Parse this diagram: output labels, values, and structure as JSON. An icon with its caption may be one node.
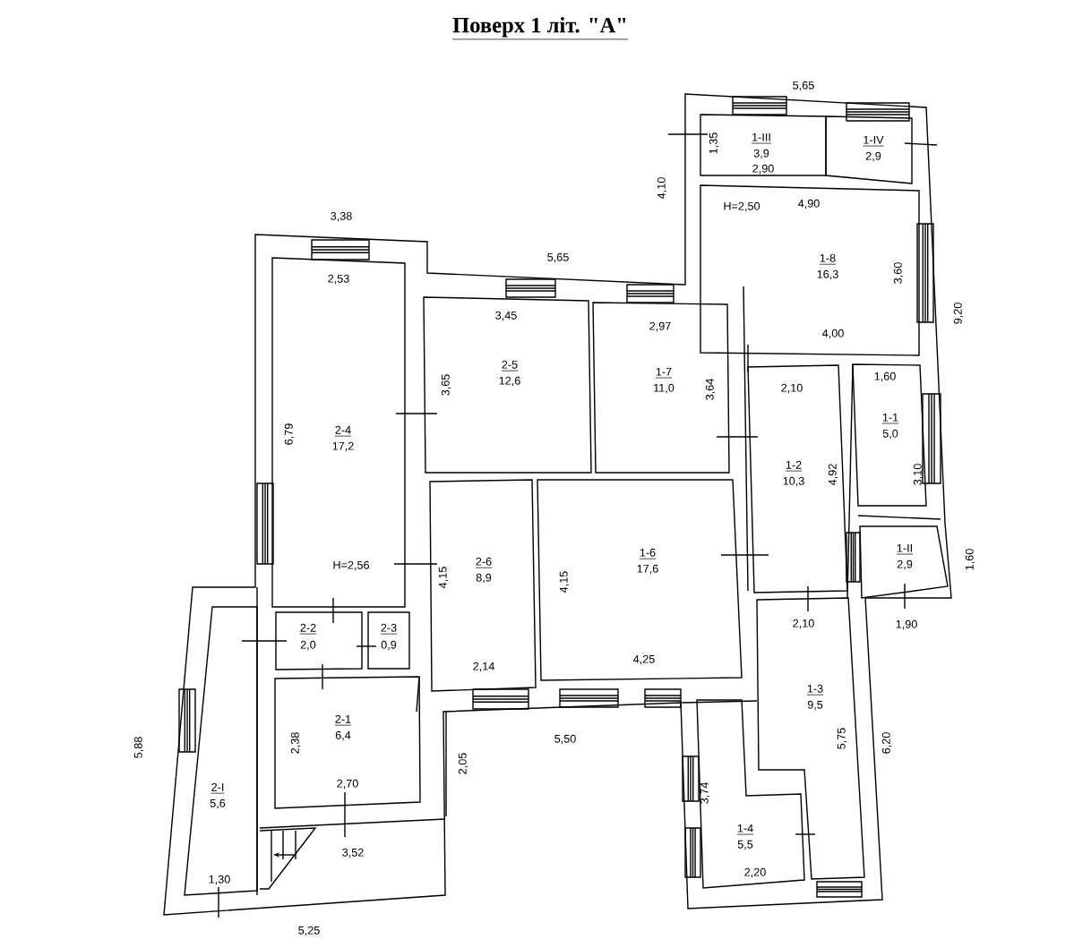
{
  "diagram": {
    "title": "Поверх 1 літ. \"А\"",
    "nodes": [
      {
        "text": [
          "1-III",
          "3,9",
          "1,35",
          "2,90"
        ]
      },
      {
        "text": [
          "1-IV",
          "2,9"
        ]
      },
      {
        "text": [
          "H=2,50",
          "4,90",
          "1-8",
          "16,3",
          "3,60",
          "4,00"
        ]
      },
      {
        "text": [
          "2,53",
          "6,79",
          "2-4",
          "17,2",
          "H=2,56"
        ]
      },
      {
        "text": [
          "3,45",
          "3,65",
          "2-5",
          "12,6"
        ]
      },
      {
        "text": [
          "2,97",
          "1-7",
          "11,0",
          "3,64"
        ]
      },
      {
        "text": [
          "2,10",
          "1-2",
          "10,3",
          "4,92"
        ]
      },
      {
        "text": [
          "1,60",
          "1-1",
          "5,0",
          "3,10"
        ]
      },
      {
        "text": [
          "1-II",
          "2,9"
        ]
      },
      {
        "text": [
          "4,15",
          "2-6",
          "8,9",
          "2,14"
        ]
      },
      {
        "text": [
          "4,15",
          "1-6",
          "17,6",
          "4,25"
        ]
      },
      {
        "text": [
          "2-2",
          "2,0"
        ]
      },
      {
        "text": [
          "2-3",
          "0,9"
        ]
      },
      {
        "text": [
          "2,38",
          "2-1",
          "6,4",
          "2,70"
        ]
      },
      {
        "text": [
          "2-I",
          "5,6",
          "1,30"
        ]
      },
      {
        "text": [
          "2,10",
          "1-3",
          "9,5",
          "5,75"
        ]
      },
      {
        "text": [
          "3,74",
          "1-4",
          "5,5",
          "2,20"
        ]
      }
    ],
    "labels": [
      "5,65",
      "4,10",
      "3,38",
      "5,65",
      "9,20",
      "1,60",
      "1,90",
      "5,50",
      "5,88",
      "2,05",
      "6,20",
      "3,52",
      "5,25"
    ]
  }
}
